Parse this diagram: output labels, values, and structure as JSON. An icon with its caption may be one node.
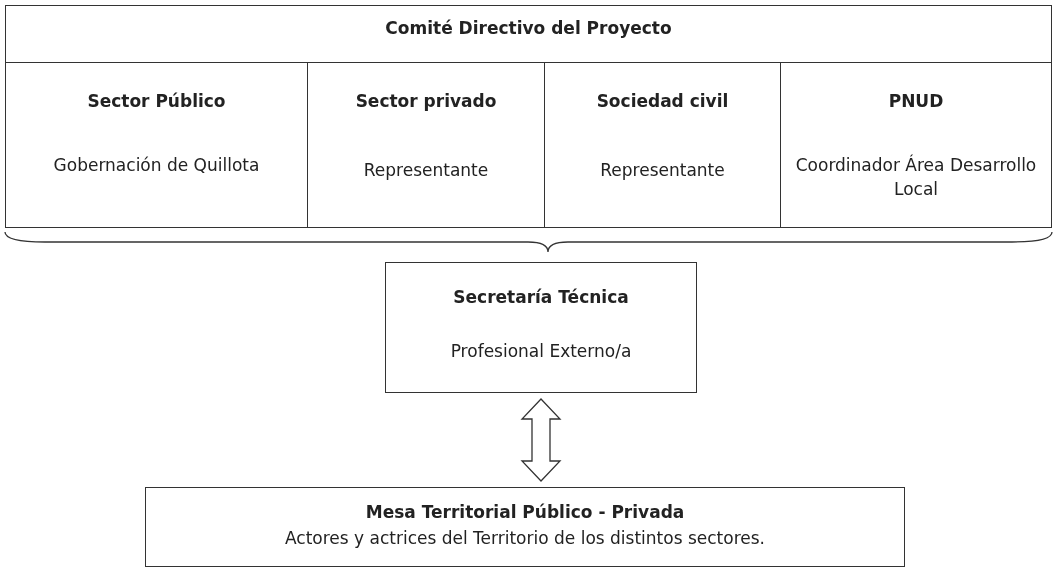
{
  "diagram": {
    "nodes": [
      {
        "text": [
          "Comité Directivo del Proyecto"
        ]
      },
      {
        "text": [
          "Sector Público",
          "Gobernación de Quillota"
        ],
        "in": 0
      },
      {
        "text": [
          "Sector privado",
          "Representante"
        ],
        "in": 0
      },
      {
        "text": [
          "Sociedad civil",
          "Representante"
        ],
        "in": 0
      },
      {
        "text": [
          "PNUD",
          "Coordinador Área Desarrollo Local"
        ],
        "in": 0
      },
      {
        "text": [
          "Secretaría Técnica",
          "Profesional Externo/a"
        ]
      },
      {
        "text": [
          "Mesa Territorial Público - Privada",
          "Actores y actrices del Territorio de los distintos sectores."
        ]
      }
    ],
    "edges": [
      {
        "from": 5,
        "to": 6,
        "arrow": "both"
      }
    ]
  }
}
